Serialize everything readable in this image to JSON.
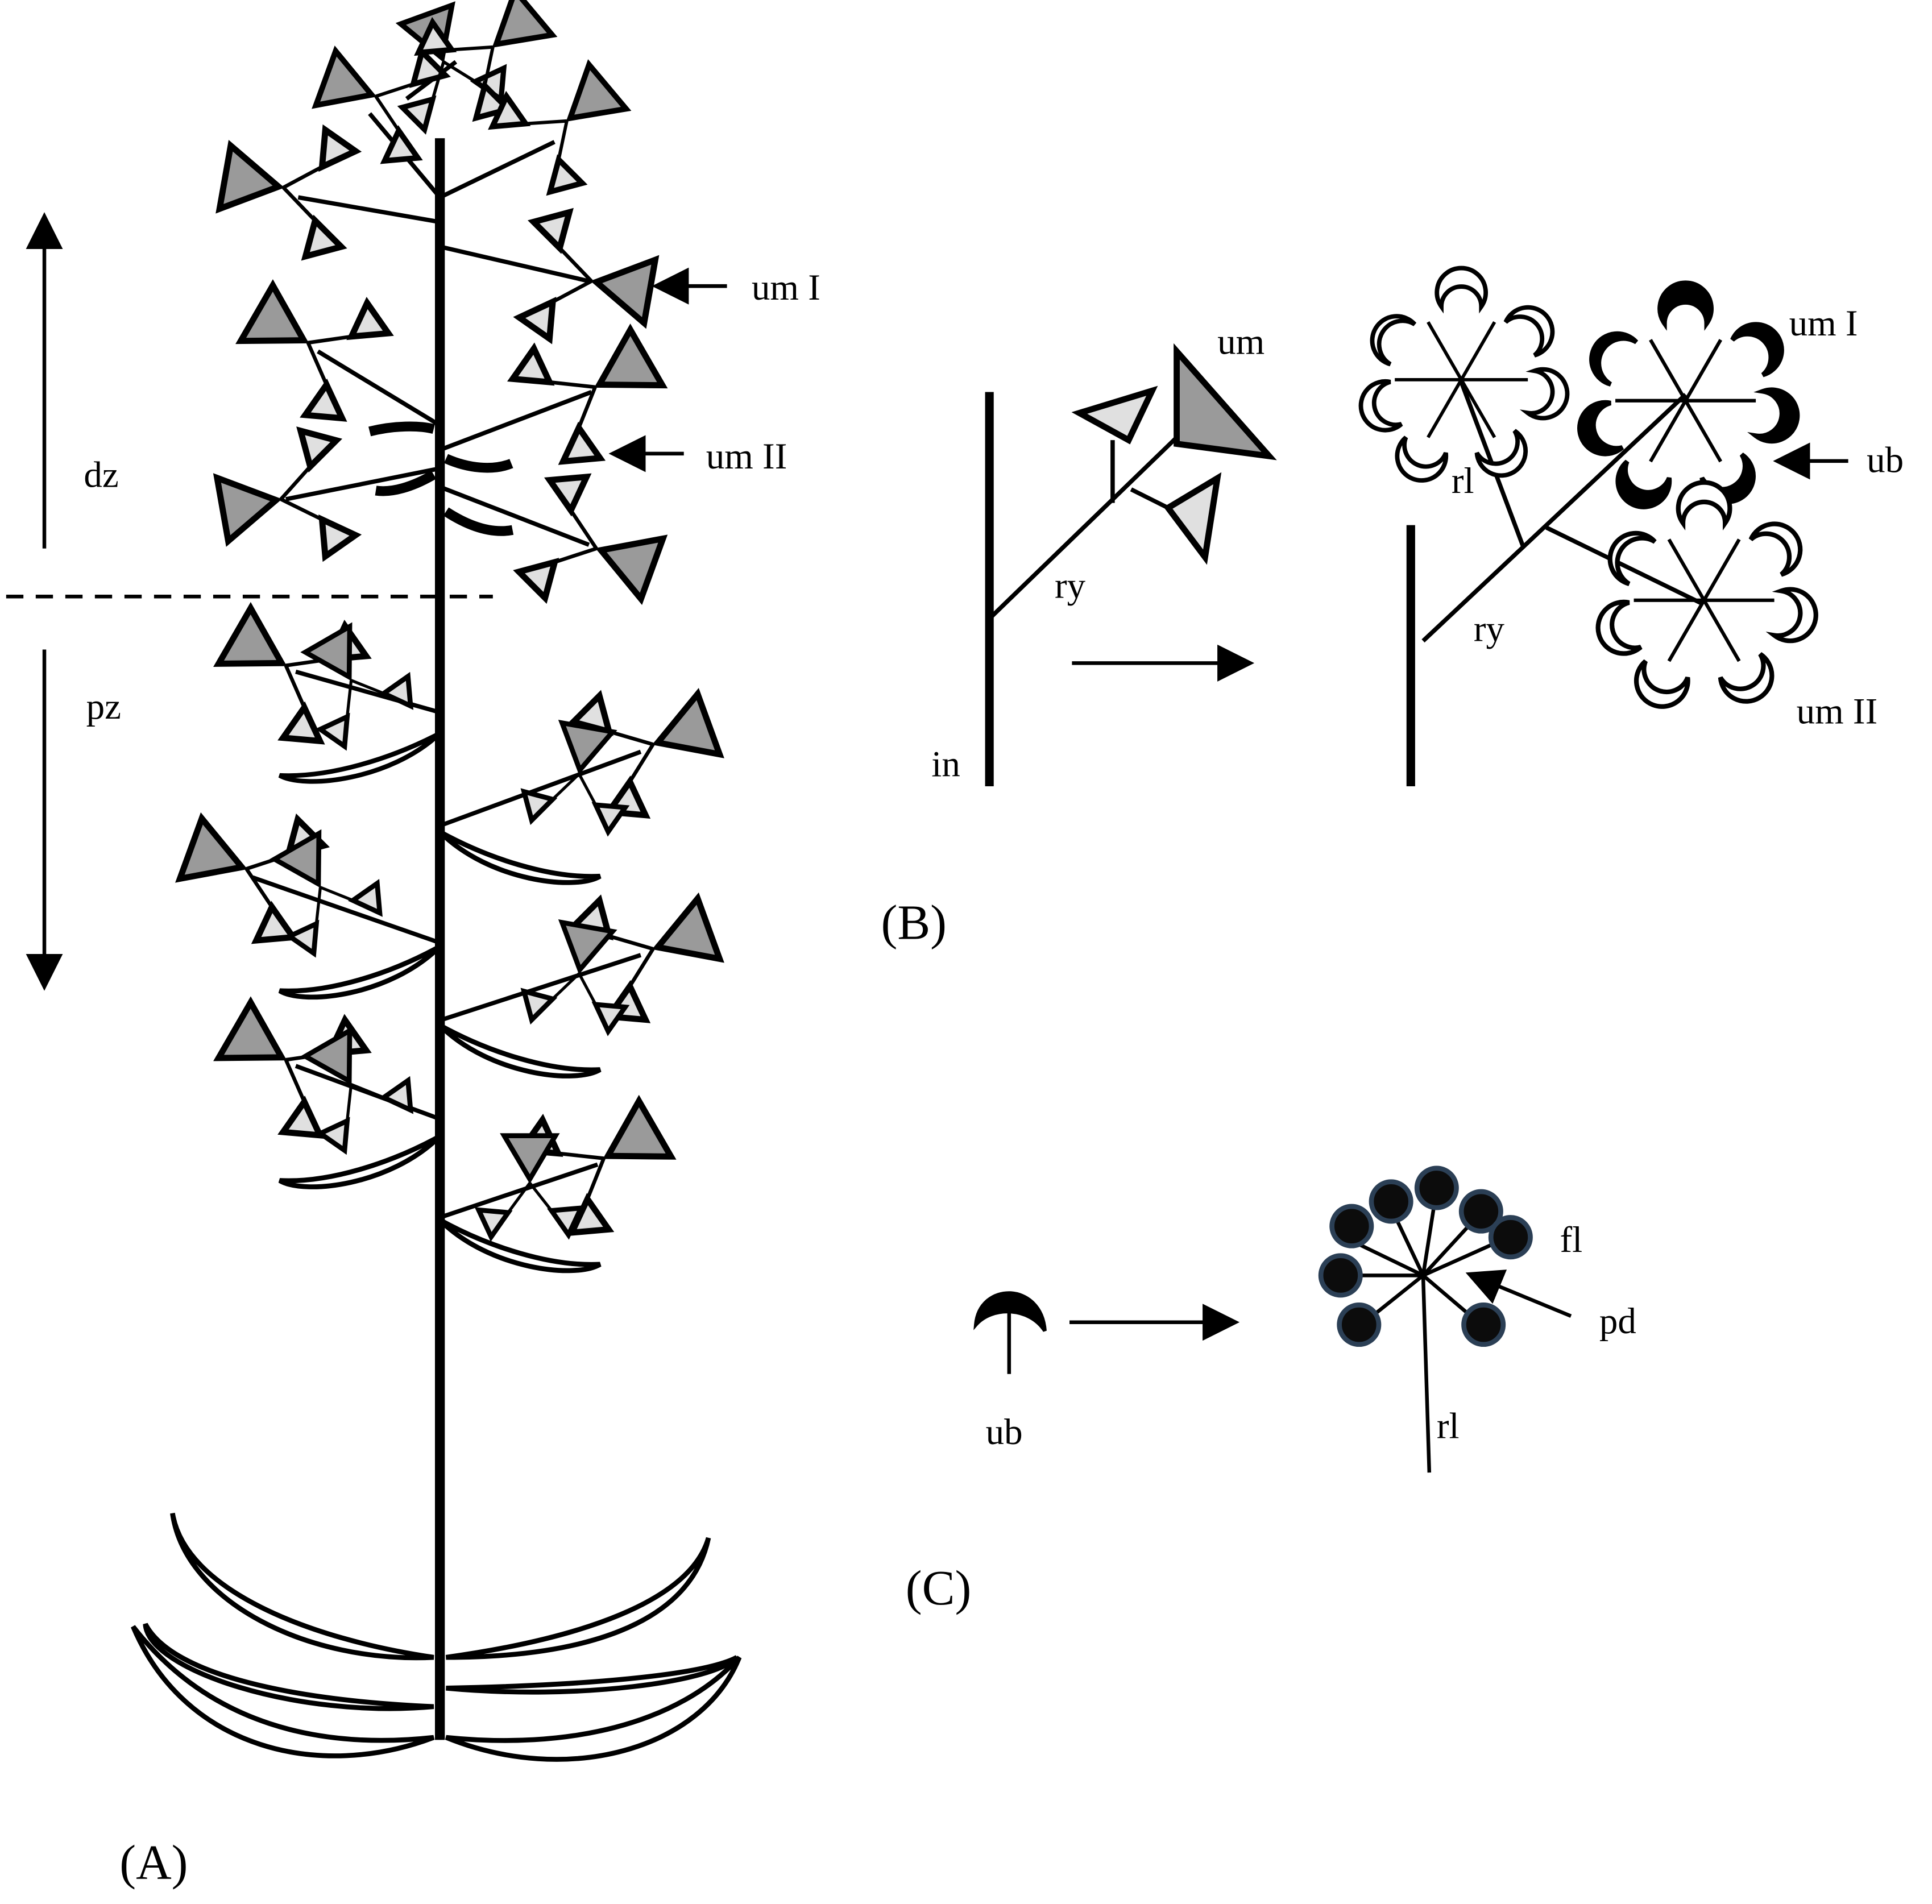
{
  "labels": {
    "um_I_A": "um I",
    "um_II_A": "um II",
    "dz": "dz",
    "pz": "pz",
    "um_B": "um",
    "ry_B1": "ry",
    "in_B": "in",
    "rl_B": "rl",
    "ry_B2": "ry",
    "um_I_B": "um I",
    "ub_B": "ub",
    "um_II_B": "um II",
    "ub_C": "ub",
    "fl_C": "fl",
    "pd_C": "pd",
    "rl_C": "rl"
  },
  "panels": {
    "A": "(A)",
    "B": "(B)",
    "C": "(C)"
  },
  "colors": {
    "ink": "#000000",
    "umbel_primary": "#9a9a9a",
    "umbel_secondary": "#e0e0e0",
    "flower": "#0c0c0c",
    "flower_rim": "#2b3f55"
  }
}
